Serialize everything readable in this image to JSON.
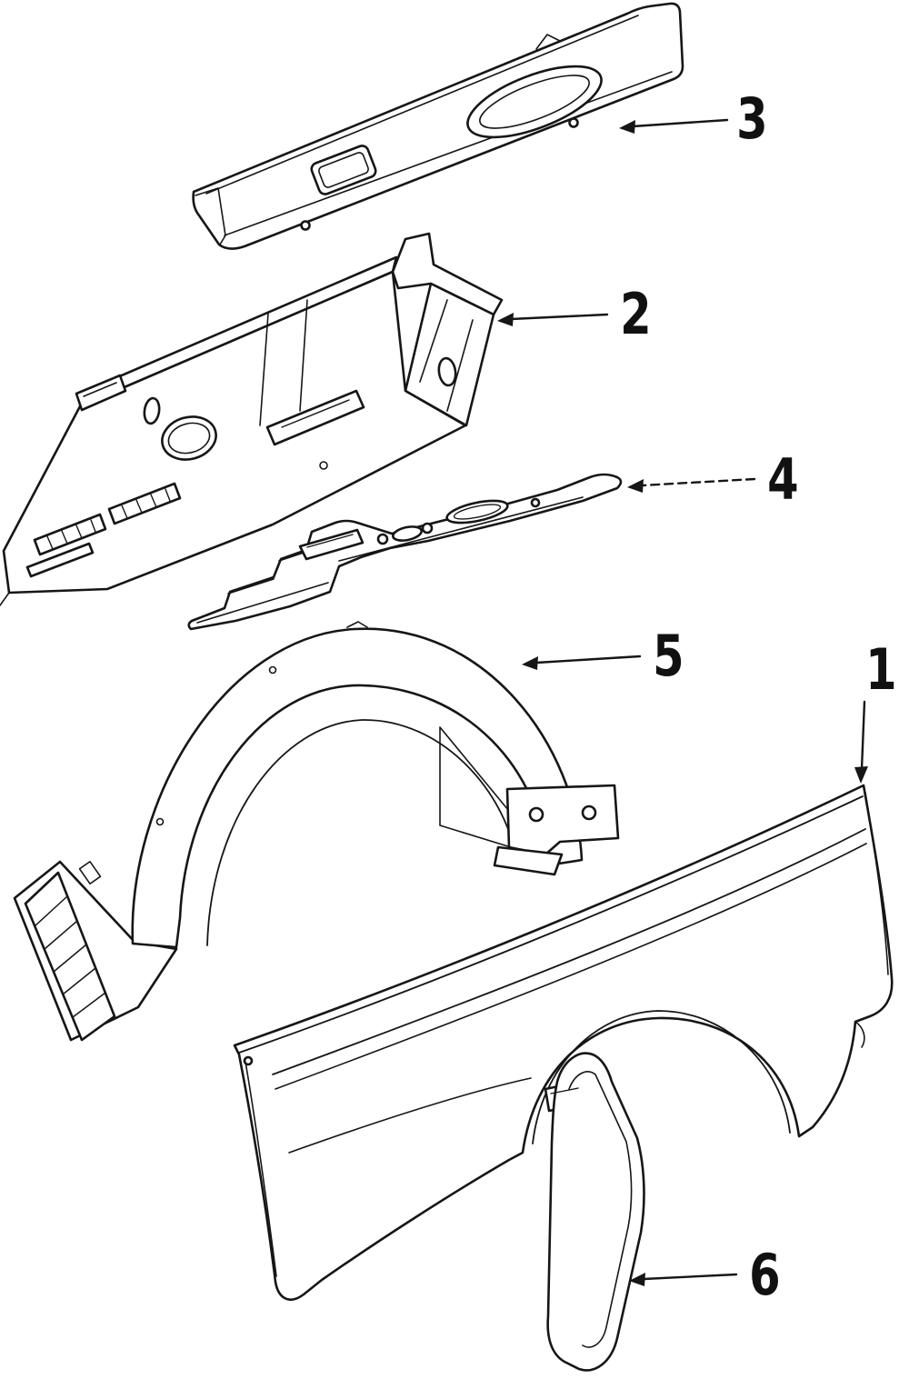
{
  "diagram": {
    "background_color": "#ffffff",
    "line_color": "#161616",
    "callouts": {
      "c1": {
        "label": "1"
      },
      "c2": {
        "label": "2"
      },
      "c3": {
        "label": "3"
      },
      "c4": {
        "label": "4"
      },
      "c5": {
        "label": "5"
      },
      "c6": {
        "label": "6"
      }
    }
  }
}
